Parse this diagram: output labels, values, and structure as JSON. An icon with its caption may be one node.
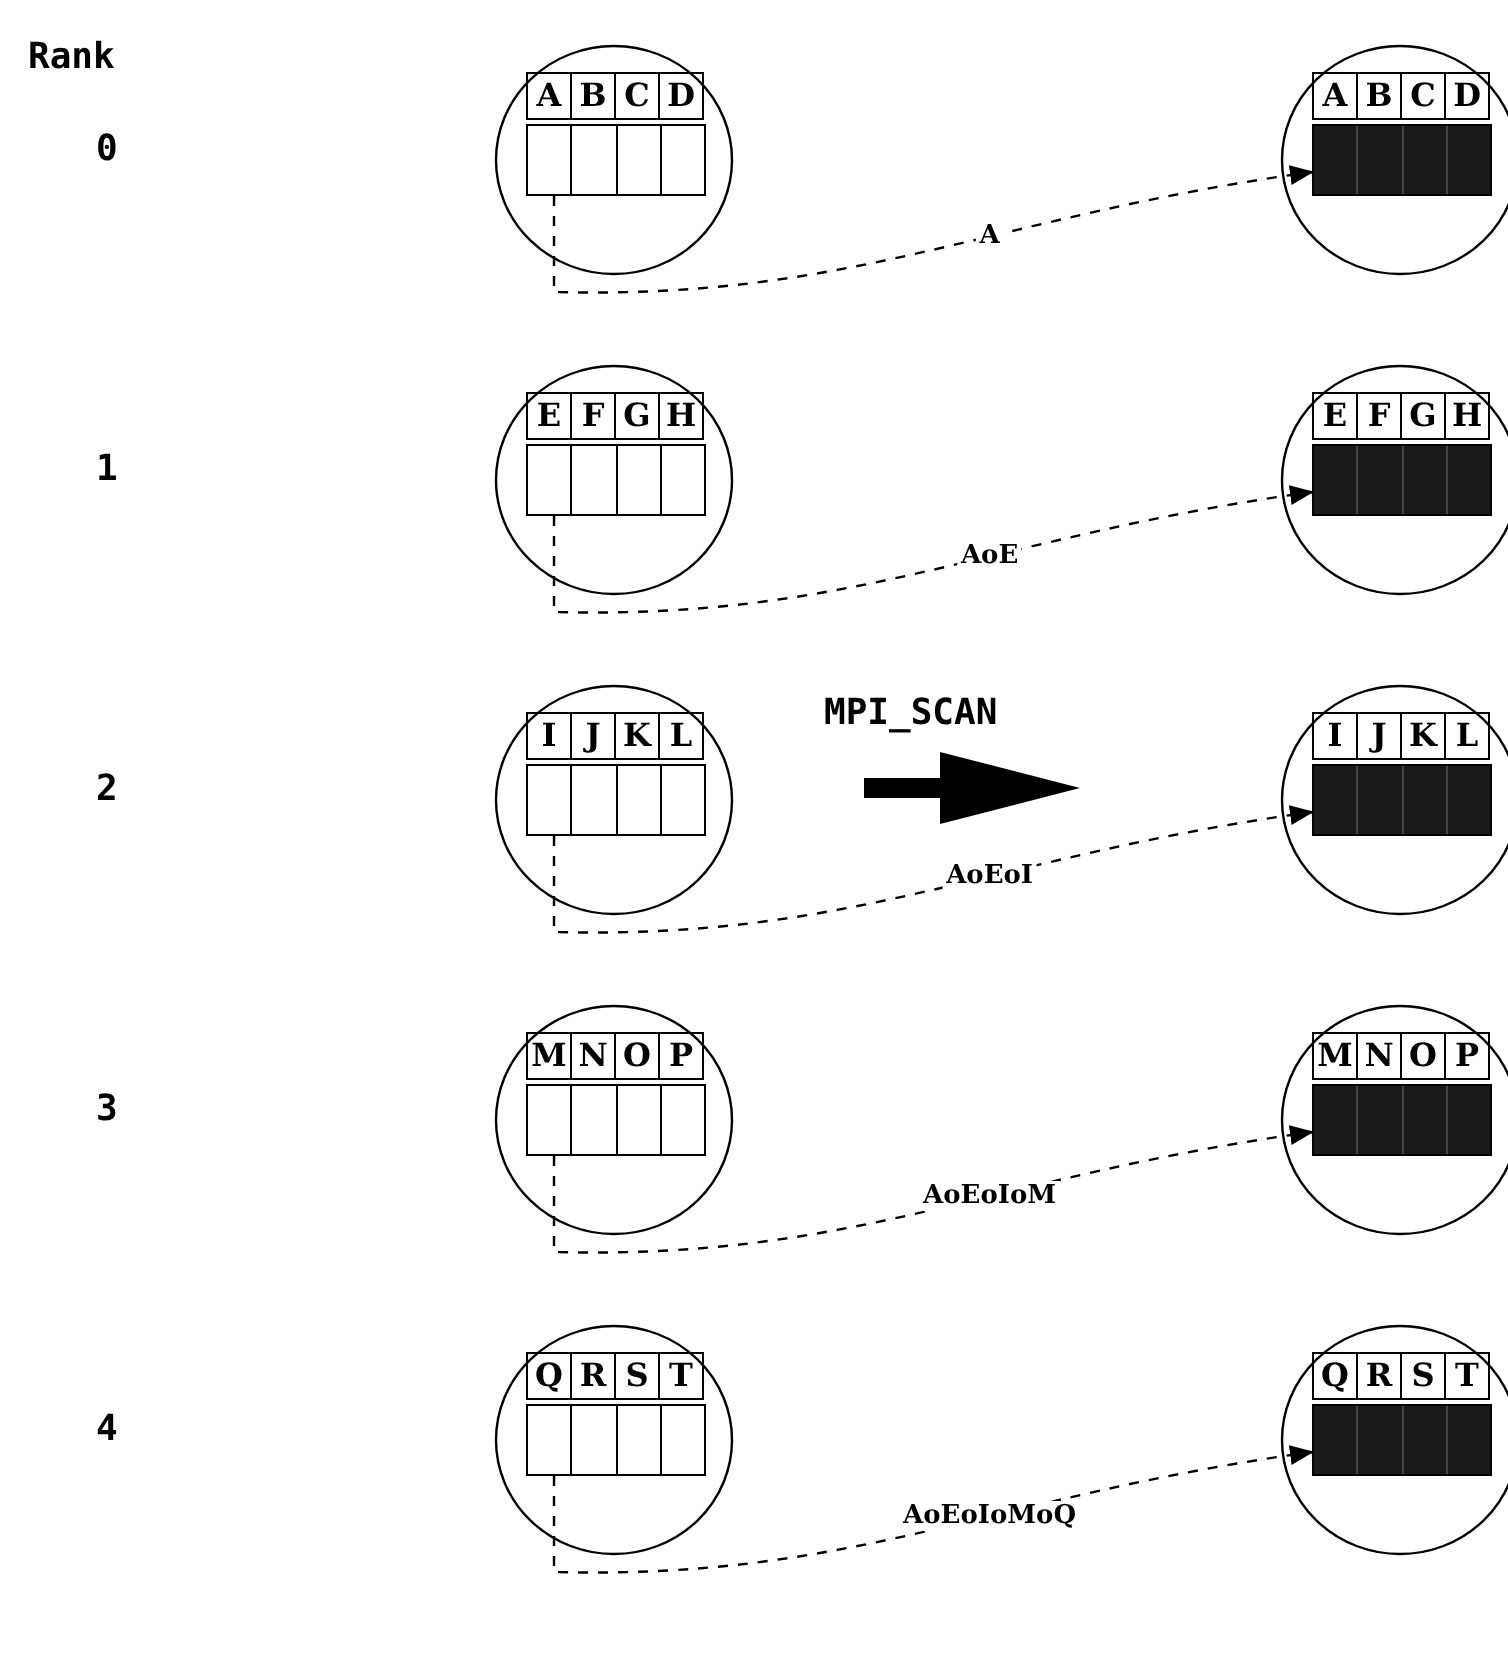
{
  "diagram": {
    "nodes": [
      {
        "text": [],
        "shape": "circle"
      },
      {
        "text": [
          "A",
          "B",
          "C",
          "D"
        ],
        "in": 0
      },
      {
        "text": [],
        "shape": "box",
        "in": 0
      },
      {
        "text": [],
        "shape": "circle"
      },
      {
        "text": [
          "A",
          "B",
          "C",
          "D"
        ],
        "in": 3
      },
      {
        "text": [],
        "shape": "bar",
        "in": 3
      },
      {
        "text": [],
        "shape": "circle"
      },
      {
        "text": [
          "E",
          "F",
          "G",
          "H"
        ],
        "in": 6
      },
      {
        "text": [],
        "shape": "box",
        "in": 6
      },
      {
        "text": [],
        "shape": "circle"
      },
      {
        "text": [
          "E",
          "F",
          "G",
          "H"
        ],
        "in": 9
      },
      {
        "text": [],
        "shape": "bar",
        "in": 9
      },
      {
        "text": [],
        "shape": "circle"
      },
      {
        "text": [
          "I",
          "J",
          "K",
          "L"
        ],
        "in": 12
      },
      {
        "text": [],
        "shape": "box",
        "in": 12
      },
      {
        "text": [],
        "shape": "circle"
      },
      {
        "text": [
          "I",
          "J",
          "K",
          "L"
        ],
        "in": 15
      },
      {
        "text": [],
        "shape": "bar",
        "in": 15
      },
      {
        "text": [],
        "shape": "circle"
      },
      {
        "text": [
          "M",
          "N",
          "O",
          "P"
        ],
        "in": 18
      },
      {
        "text": [],
        "shape": "box",
        "in": 18
      },
      {
        "text": [],
        "shape": "circle"
      },
      {
        "text": [
          "M",
          "N",
          "O",
          "P"
        ],
        "in": 21
      },
      {
        "text": [],
        "shape": "bar",
        "in": 21
      },
      {
        "text": [],
        "shape": "circle"
      },
      {
        "text": [
          "Q",
          "R",
          "S",
          "T"
        ],
        "in": 24
      },
      {
        "text": [],
        "shape": "box",
        "in": 24
      },
      {
        "text": [],
        "shape": "circle"
      },
      {
        "text": [
          "Q",
          "R",
          "S",
          "T"
        ],
        "in": 27
      },
      {
        "text": [],
        "shape": "bar",
        "in": 27
      }
    ],
    "edges": [
      {
        "from": 2,
        "to": 5,
        "arrow": "to",
        "style": "dashed",
        "label": "A"
      },
      {
        "from": 8,
        "to": 11,
        "arrow": "to",
        "style": "dashed",
        "label": "AoE"
      },
      {
        "from": 14,
        "to": 17,
        "arrow": "to",
        "style": "dashed",
        "label": "AoEoI"
      },
      {
        "from": 20,
        "to": 23,
        "arrow": "to",
        "style": "dashed",
        "label": "AoEoIoM"
      },
      {
        "from": 26,
        "to": 29,
        "arrow": "to",
        "style": "dashed",
        "label": "AoEoIoMoQ"
      }
    ],
    "labels": [
      "Rank",
      "0",
      "1",
      "2",
      "3",
      "4",
      "MPI_SCAN"
    ]
  }
}
